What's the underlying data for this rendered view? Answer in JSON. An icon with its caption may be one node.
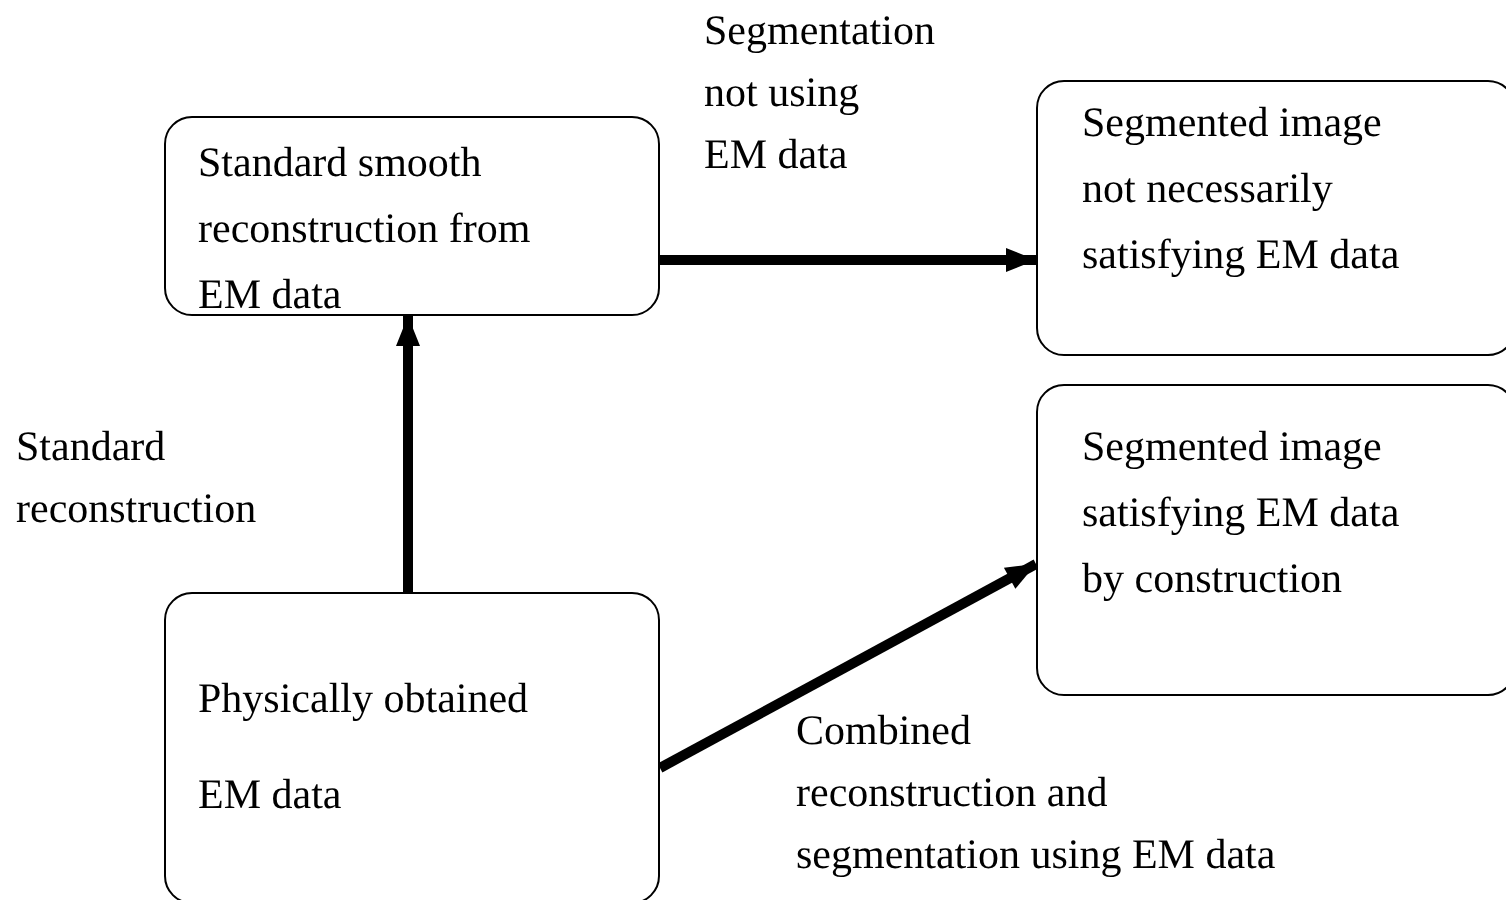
{
  "diagram": {
    "nodes": [
      {
        "text": [
          "Standard smooth reconstruction from EM data"
        ]
      },
      {
        "text": [
          "Segmented image not necessarily satisfying EM data"
        ]
      },
      {
        "text": [
          "Segmented image satisfying EM data by construction"
        ]
      },
      {
        "text": [
          "Physically obtained EM data"
        ]
      }
    ],
    "edges": [
      {
        "from": 3,
        "to": 0,
        "arrow": "to",
        "label": "Standard reconstruction"
      },
      {
        "from": 0,
        "to": 1,
        "arrow": "to",
        "label": "Segmentation not using EM data"
      },
      {
        "from": 3,
        "to": 2,
        "arrow": "to",
        "label": "Combined reconstruction and segmentation using EM data"
      }
    ]
  }
}
